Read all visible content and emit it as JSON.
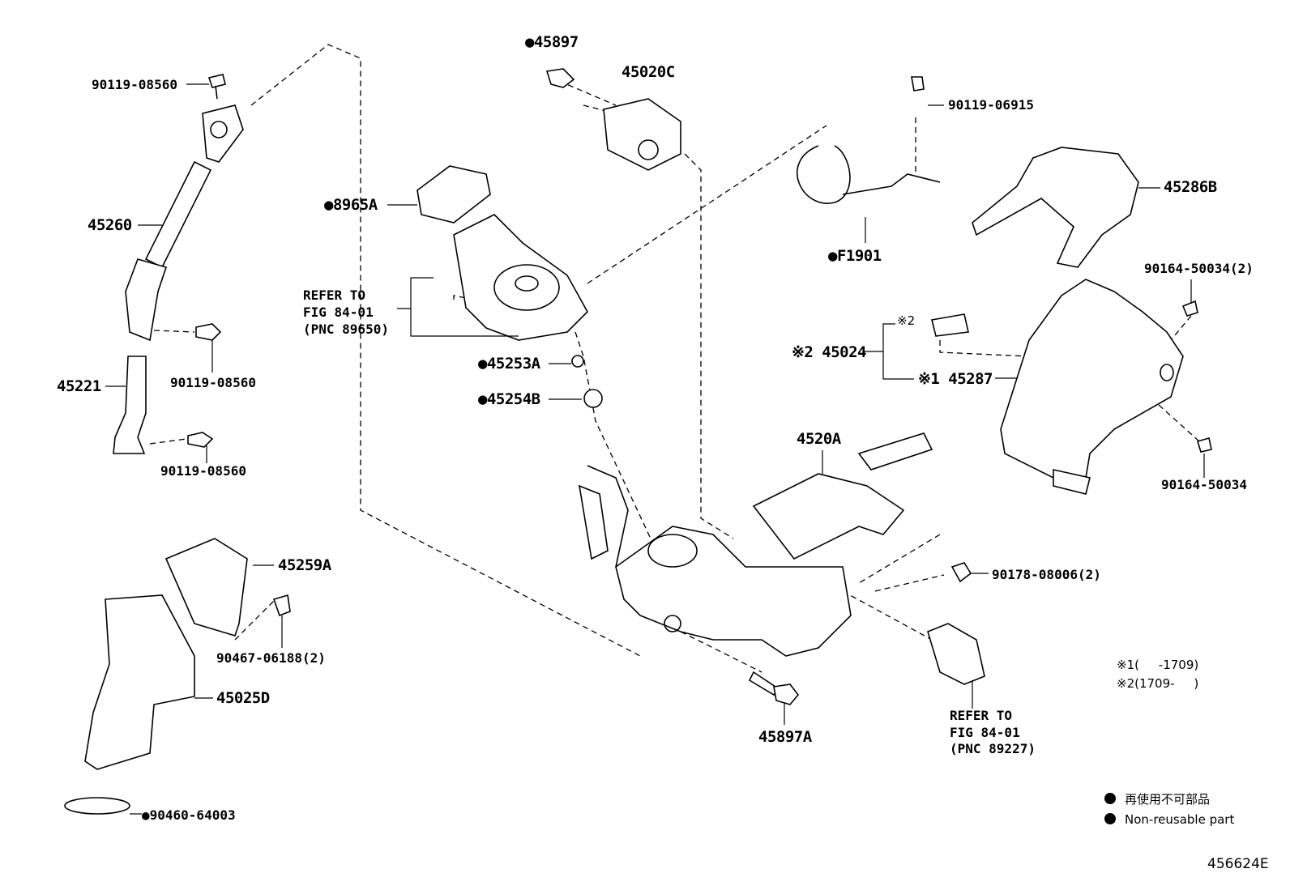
{
  "labels": {
    "p45897": "●45897",
    "p45020C": "45020C",
    "p90119_08560_top": "90119-08560",
    "p90119_06915": "90119-06915",
    "p45286B": "45286B",
    "p8965A": "●8965A",
    "p45260": "45260",
    "pF1901": "●F1901",
    "p90164_50034_2": "90164-50034(2)",
    "p45253A": "●45253A",
    "p45254B": "●45254B",
    "p45024_mark": "※2",
    "p45024": "※2 45024",
    "p45287": "※1 45287",
    "p45221": "45221",
    "p90119_08560_mid": "90119-08560",
    "p90119_08560_low": "90119-08560",
    "p4520A": "4520A",
    "p90164_50034": "90164-50034",
    "p45259A": "45259A",
    "p90178_08006_2": "90178-08006(2)",
    "p90467_06188_2": "90467-06188(2)",
    "p45025D": "45025D",
    "p45897A": "45897A",
    "p90460_64003": "●90460-64003"
  },
  "refer_left": [
    "REFER TO",
    "FIG 84-01",
    "(PNC 89650)"
  ],
  "refer_right": [
    "REFER TO",
    "FIG 84-01",
    "(PNC 89227)"
  ],
  "notes": [
    "※1(     -1709)",
    "※2(1709-     )"
  ],
  "legend": {
    "icon": "filled-circle-icon",
    "ja": "再使用不可部品",
    "en": "Non-reusable part"
  },
  "figure_id": "456624E"
}
